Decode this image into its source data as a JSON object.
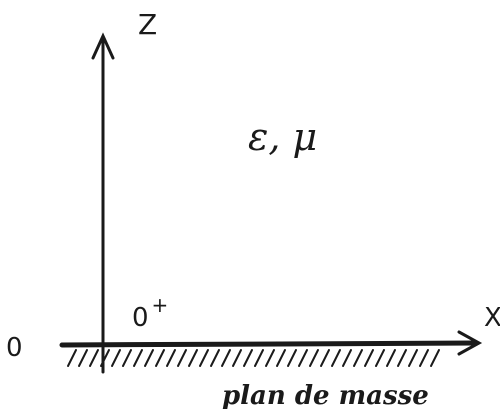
{
  "labels": {
    "z_axis": "Z",
    "x_axis": "X",
    "origin": "0",
    "origin_plus": "0",
    "origin_plus_sup": "+",
    "medium": "ε, μ",
    "ground_plane": "plan de masse"
  }
}
